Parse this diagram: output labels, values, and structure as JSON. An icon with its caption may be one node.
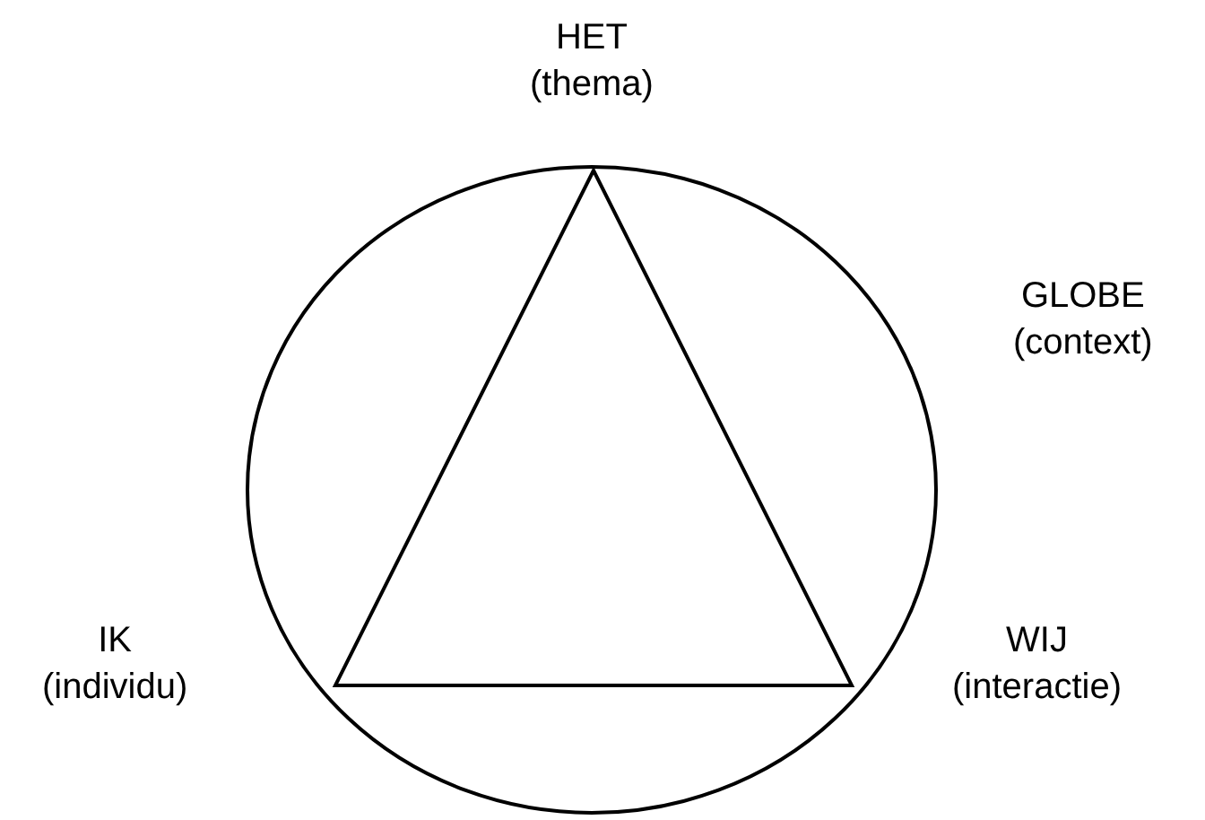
{
  "diagram": {
    "nodes": [
      {
        "text": [
          "GLOBE (context)"
        ]
      },
      {
        "text": [],
        "shape": "triangle",
        "in": 0
      }
    ],
    "labels": [
      "HET (thema)",
      "IK (individu)",
      "WIJ (interactie)"
    ]
  }
}
